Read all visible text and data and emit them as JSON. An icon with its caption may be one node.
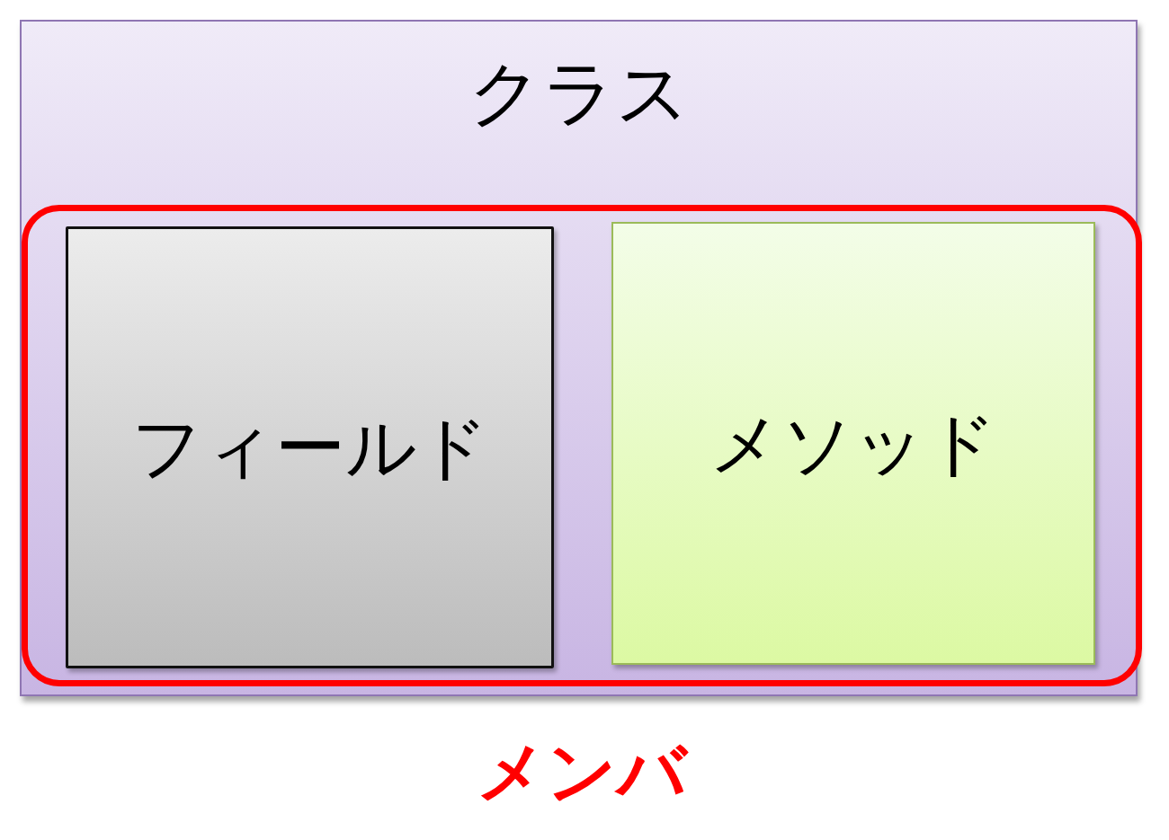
{
  "diagram": {
    "nodes": [
      {
        "text": [
          "クラス"
        ]
      },
      {
        "text": [
          "メンバ"
        ],
        "in": 0
      },
      {
        "text": [
          "フィールド"
        ],
        "in": 1
      },
      {
        "text": [
          "メソッド"
        ],
        "in": 1
      }
    ]
  }
}
